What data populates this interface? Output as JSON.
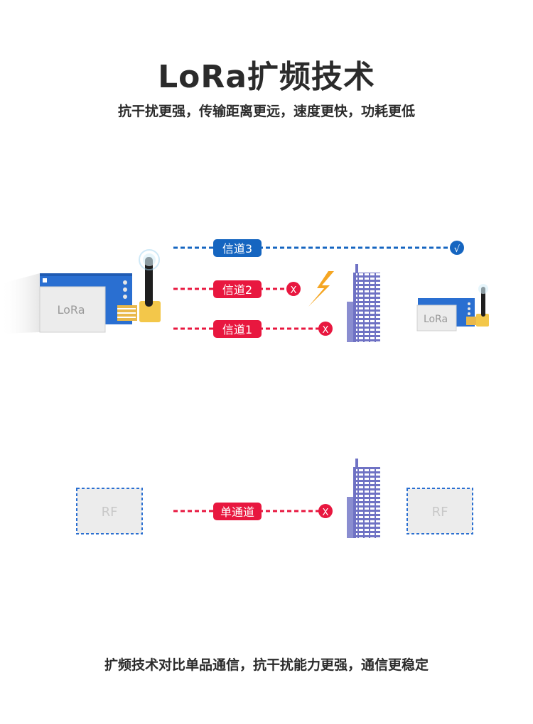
{
  "header": {
    "title": "LoRa扩频技术",
    "subtitle": "抗干扰更强，传输距离更远，速度更快，功耗更低"
  },
  "lora_scene": {
    "module_label_left": "LoRa",
    "module_label_right": "LoRa",
    "channels": [
      {
        "label": "信道3",
        "status": "√",
        "color": "#1565c0"
      },
      {
        "label": "信道2",
        "status": "X",
        "color": "#e8173f"
      },
      {
        "label": "信道1",
        "status": "X",
        "color": "#e8173f"
      }
    ]
  },
  "rf_scene": {
    "module_label_left": "RF",
    "module_label_right": "RF",
    "channel": {
      "label": "单通道",
      "status": "X",
      "color": "#e8173f"
    }
  },
  "footer": {
    "caption": "扩频技术对比单品通信，抗干扰能力更强，通信更稳定"
  }
}
